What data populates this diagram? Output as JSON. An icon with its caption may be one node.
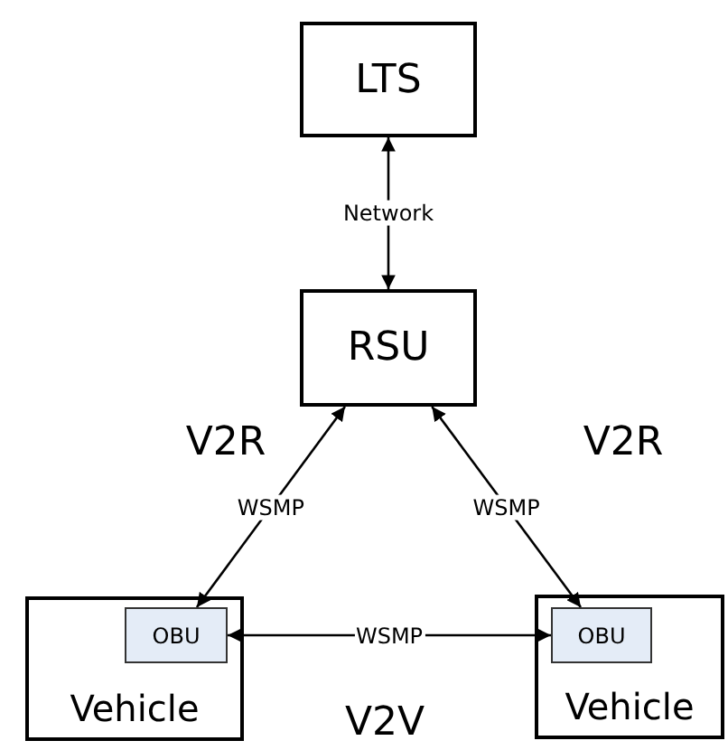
{
  "diagram": {
    "nodes": [
      {
        "text": [
          "LTS"
        ]
      },
      {
        "text": [
          "RSU"
        ]
      },
      {
        "text": [
          "Vehicle"
        ]
      },
      {
        "text": [
          "OBU"
        ],
        "in": 2
      },
      {
        "text": [
          "Vehicle"
        ]
      },
      {
        "text": [
          "OBU"
        ],
        "in": 4
      }
    ],
    "edges": [
      {
        "from": 0,
        "to": 1,
        "arrow": "both",
        "label": "Network"
      },
      {
        "from": 1,
        "to": 3,
        "arrow": "both",
        "label": "WSMP"
      },
      {
        "from": 1,
        "to": 5,
        "arrow": "both",
        "label": "WSMP"
      },
      {
        "from": 3,
        "to": 5,
        "arrow": "both",
        "label": "WSMP"
      }
    ],
    "labels": [
      "V2R",
      "V2R",
      "V2V"
    ]
  }
}
